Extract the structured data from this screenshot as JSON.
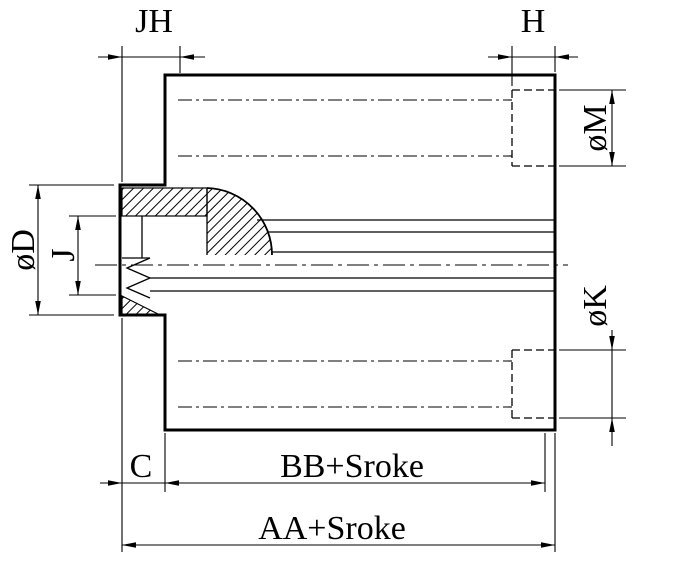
{
  "drawing": {
    "kind": "cylinder-cross-section-technical-drawing",
    "background_color": "#ffffff",
    "line_color": "#000000",
    "labels": {
      "jh": "JH",
      "h": "H",
      "m": "øM",
      "d": "øD",
      "j": "J",
      "k": "øK",
      "c": "C",
      "bb": "BB+Sroke",
      "aa": "AA+Sroke"
    }
  }
}
